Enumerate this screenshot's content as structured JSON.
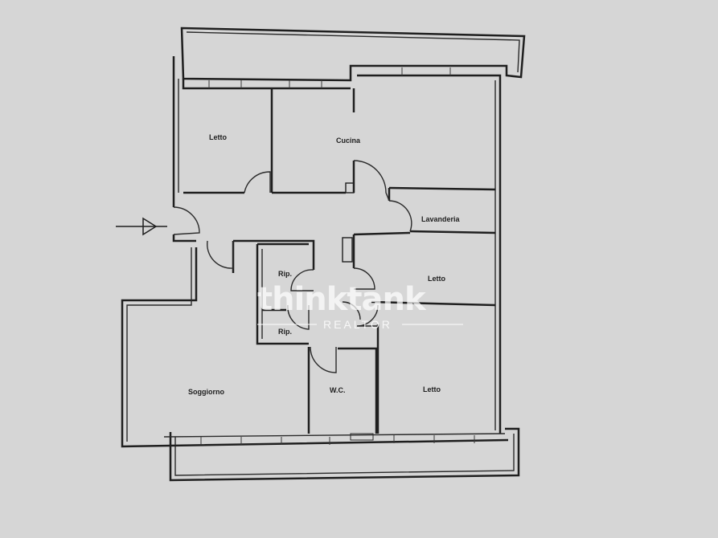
{
  "rooms": {
    "letto_nw": "Letto",
    "cucina": "Cucina",
    "lavanderia": "Lavanderia",
    "letto_e": "Letto",
    "rip_1": "Rip.",
    "rip_2": "Rip.",
    "soggiorno": "Soggiorno",
    "wc": "W.C.",
    "letto_se": "Letto"
  },
  "watermark": {
    "brand": "thinktank",
    "tagline": "REALTOR"
  },
  "colors": {
    "paper": "#d6d6d6",
    "walls": "#1f1f1f",
    "watermark": "#ffffff"
  }
}
